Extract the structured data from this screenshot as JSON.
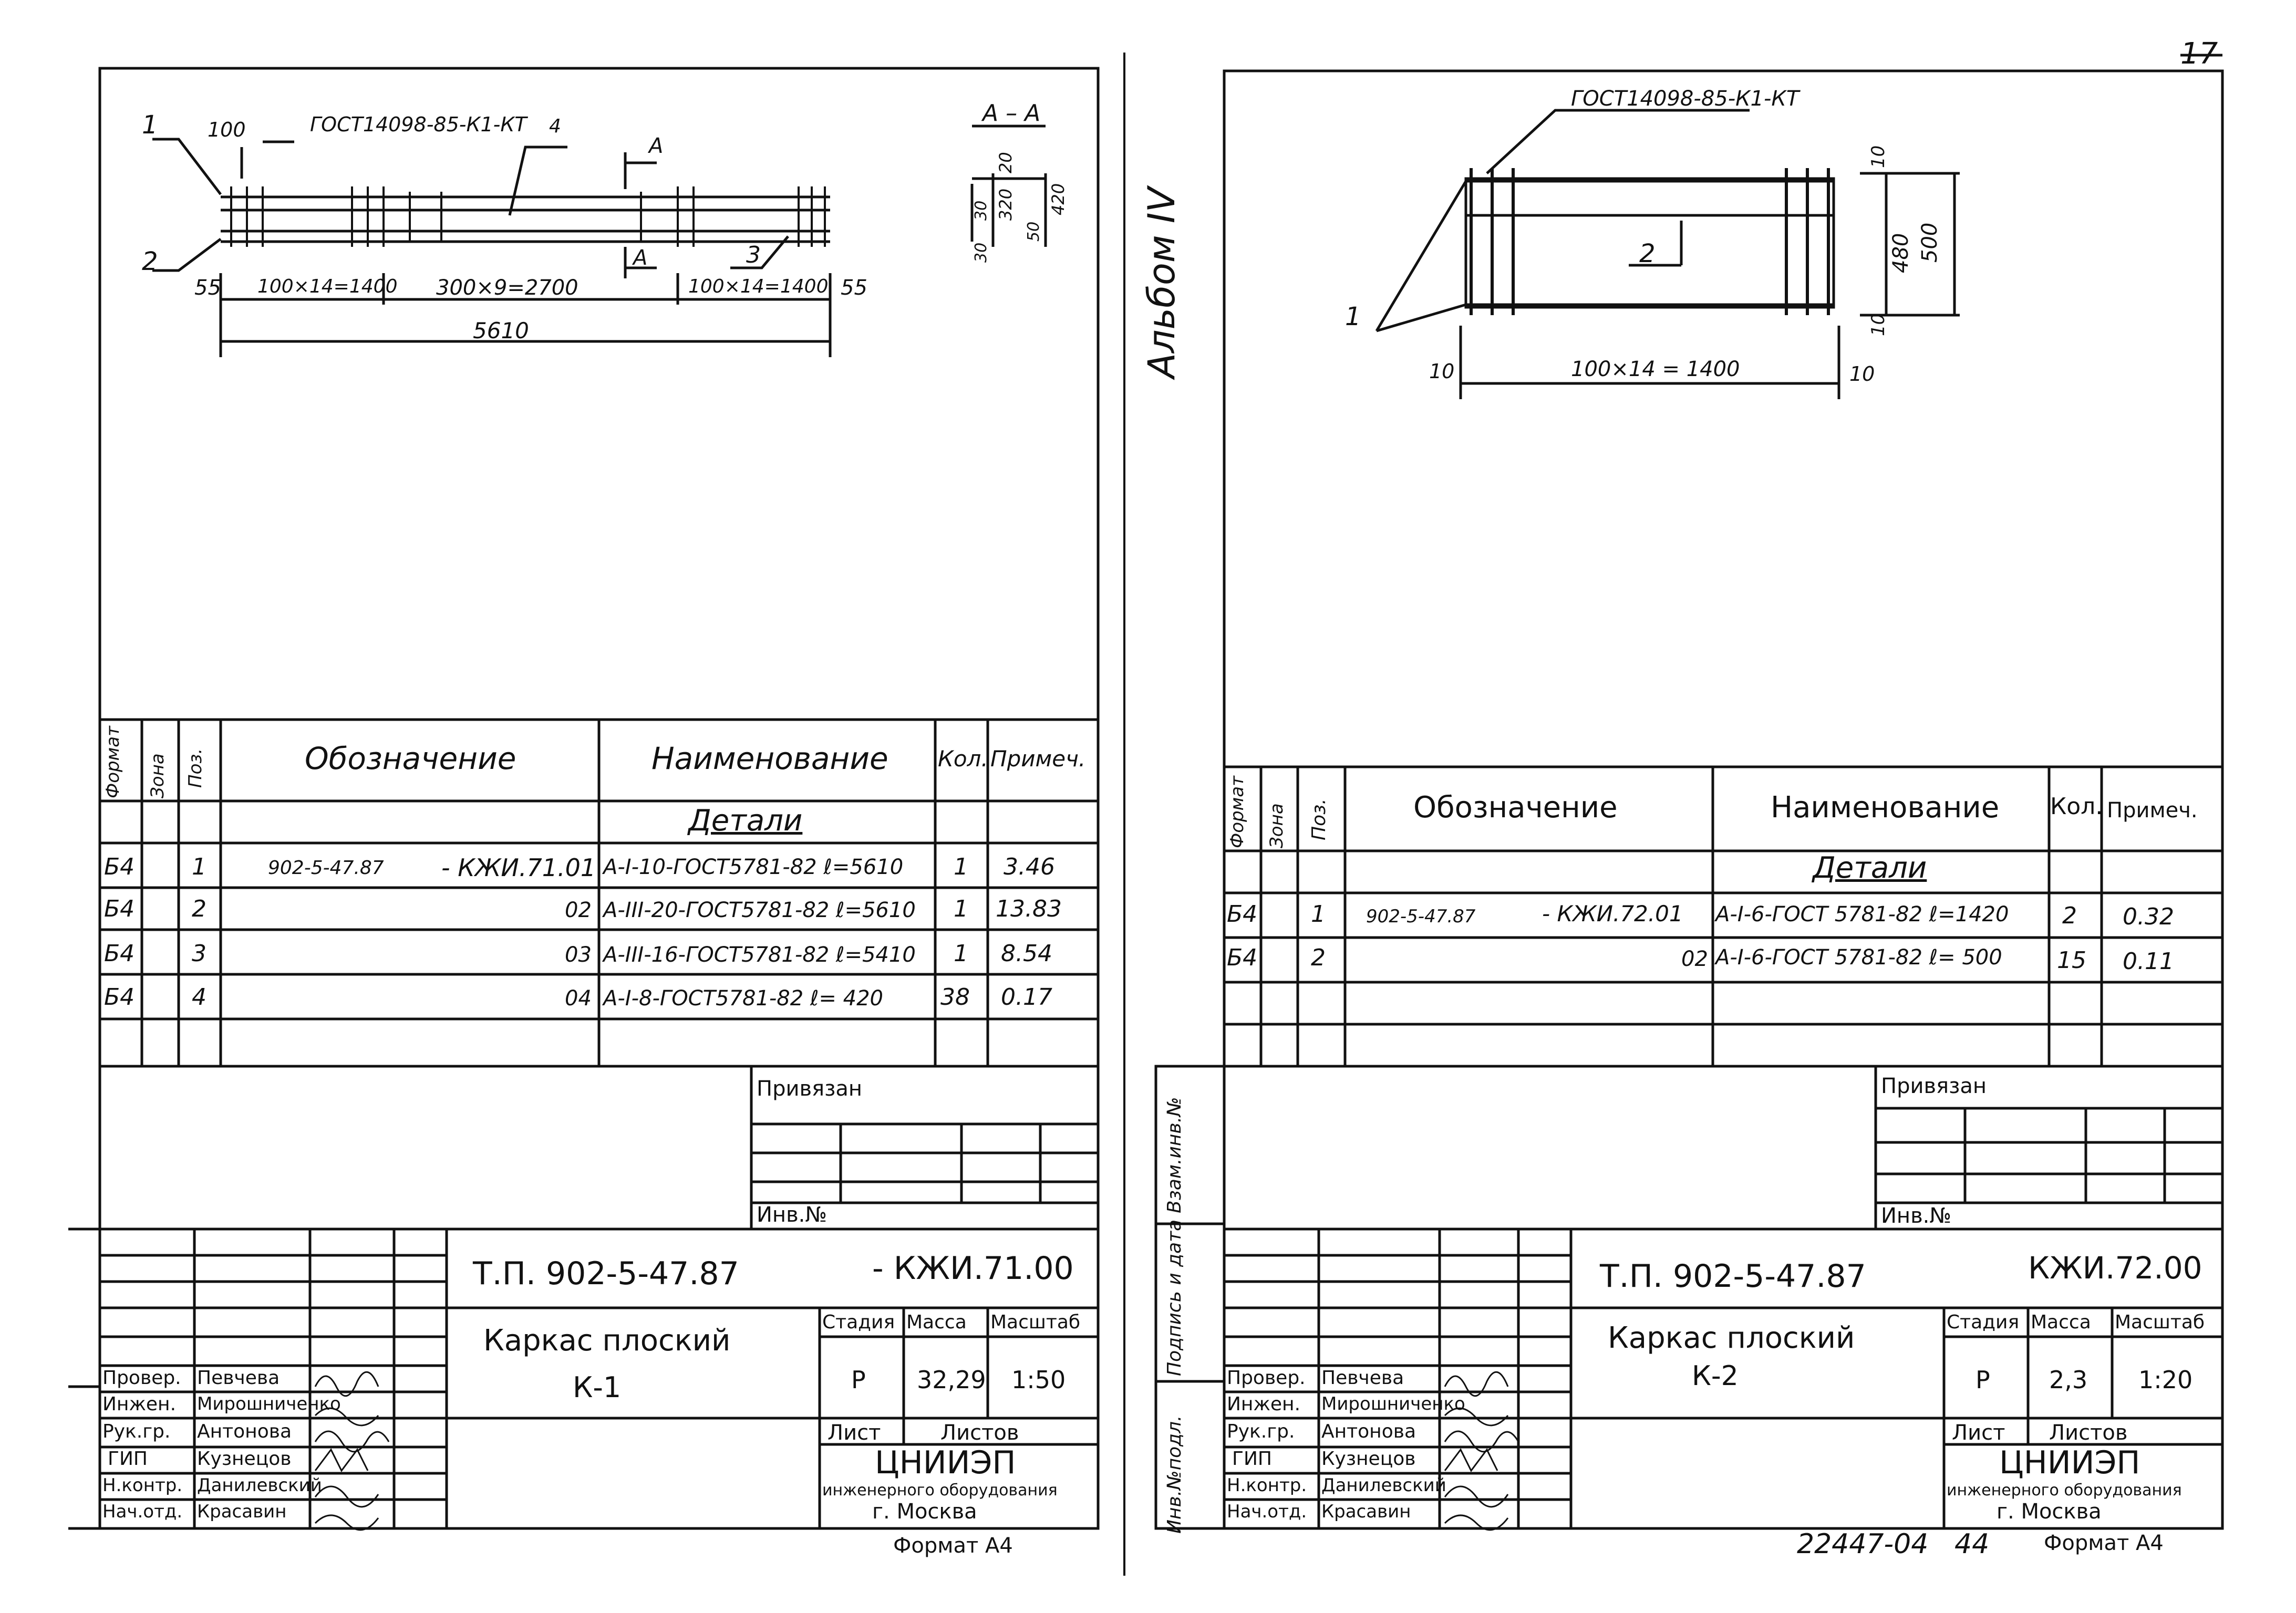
{
  "page_number": "17",
  "archive_number": "22447-04",
  "archive_page": "44",
  "album_label": "Альбом IV",
  "side_stamp_labels": [
    "Инв.№подл.",
    "Подпись и дата",
    "Взам.инв.№"
  ],
  "sheets": [
    {
      "id": "left",
      "drawing": {
        "leader_1": "1",
        "leader_2": "2",
        "leader_3": "3",
        "dim_100_top": "100",
        "gost_label": "ГОСТ14098-85-К1-КТ",
        "gost_pos": "4",
        "section_mark_top": "А",
        "section_mark_bottom": "А",
        "section_title": "А – А",
        "dim_55_left": "55",
        "dim_left_span": "100×14=1400",
        "dim_mid_span": "300×9=2700",
        "dim_right_span": "100×14=1400",
        "dim_55_right": "55",
        "dim_total": "5610",
        "sec_20": "20",
        "sec_320": "320",
        "sec_30": "30",
        "sec_420": "420",
        "sec_50": "50",
        "sec_30b": "30"
      },
      "spec": {
        "headers": [
          "Формат",
          "Зона",
          "Поз.",
          "Обозначение",
          "Наименование",
          "Кол.",
          "Примеч."
        ],
        "section_title": "Детали",
        "rows": [
          {
            "format": "Б4",
            "zone": "",
            "pos": "1",
            "designation_a": "902-5-47.87",
            "designation_b": "- КЖИ.71.01",
            "name": "А-I-10-ГОСТ5781-82 ℓ=5610",
            "qty": "1",
            "note": "3.46"
          },
          {
            "format": "Б4",
            "zone": "",
            "pos": "2",
            "designation_a": "",
            "designation_b": "02",
            "name": "А-III-20-ГОСТ5781-82 ℓ=5610",
            "qty": "1",
            "note": "13.83"
          },
          {
            "format": "Б4",
            "zone": "",
            "pos": "3",
            "designation_a": "",
            "designation_b": "03",
            "name": "А-III-16-ГОСТ5781-82 ℓ=5410",
            "qty": "1",
            "note": "8.54"
          },
          {
            "format": "Б4",
            "zone": "",
            "pos": "4",
            "designation_a": "",
            "designation_b": "04",
            "name": "А-I-8-ГОСТ5781-82 ℓ= 420",
            "qty": "38",
            "note": "0.17"
          }
        ]
      },
      "privyazan": "Привязан",
      "inv_no": "Инв.№",
      "title_block": {
        "project": "Т.П. 902-5-47.87",
        "code": "- КЖИ.71.00",
        "name_line1": "Каркас плоский",
        "name_line2": "К-1",
        "stage_label": "Стадия",
        "mass_label": "Масса",
        "scale_label": "Масштаб",
        "stage": "Р",
        "mass": "32,29",
        "scale": "1:50",
        "sheet_label": "Лист",
        "sheets_label": "Листов",
        "org_name": "ЦНИИЭП",
        "org_line2": "инженерного оборудования",
        "org_line3": "г. Москва",
        "roles": [
          {
            "role": "Провер.",
            "name": "Певчева"
          },
          {
            "role": "Инжен.",
            "name": "Мирошниченко"
          },
          {
            "role": "Рук.гр.",
            "name": "Антонова"
          },
          {
            "role": "ГИП",
            "name": "Кузнецов"
          },
          {
            "role": "Н.контр.",
            "name": "Данилевский"
          },
          {
            "role": "Нач.отд.",
            "name": "Красавин"
          }
        ],
        "format": "Формат А4"
      }
    },
    {
      "id": "right",
      "drawing": {
        "gost_label": "ГОСТ14098-85-К1-КТ",
        "leader_1": "1",
        "leader_2": "2",
        "dim_10_top": "10",
        "dim_480": "480",
        "dim_500": "500",
        "dim_10_bottom": "10",
        "dim_10_left": "10",
        "dim_span": "100×14 = 1400",
        "dim_10_right": "10"
      },
      "spec": {
        "headers": [
          "Формат",
          "Зона",
          "Поз.",
          "Обозначение",
          "Наименование",
          "Кол.",
          "Примеч."
        ],
        "section_title": "Детали",
        "rows": [
          {
            "format": "Б4",
            "zone": "",
            "pos": "1",
            "designation_a": "902-5-47.87",
            "designation_b": "- КЖИ.72.01",
            "name": "А-I-6-ГОСТ 5781-82 ℓ=1420",
            "qty": "2",
            "note": "0.32"
          },
          {
            "format": "Б4",
            "zone": "",
            "pos": "2",
            "designation_a": "",
            "designation_b": "02",
            "name": "А-I-6-ГОСТ 5781-82 ℓ= 500",
            "qty": "15",
            "note": "0.11"
          }
        ]
      },
      "privyazan": "Привязан",
      "inv_no": "Инв.№",
      "title_block": {
        "project": "Т.П. 902-5-47.87",
        "code": "КЖИ.72.00",
        "name_line1": "Каркас плоский",
        "name_line2": "К-2",
        "stage_label": "Стадия",
        "mass_label": "Масса",
        "scale_label": "Масштаб",
        "stage": "Р",
        "mass": "2,3",
        "scale": "1:20",
        "sheet_label": "Лист",
        "sheets_label": "Листов",
        "org_name": "ЦНИИЭП",
        "org_line2": "инженерного оборудования",
        "org_line3": "г. Москва",
        "roles": [
          {
            "role": "Провер.",
            "name": "Певчева"
          },
          {
            "role": "Инжен.",
            "name": "Мирошниченко"
          },
          {
            "role": "Рук.гр.",
            "name": "Антонова"
          },
          {
            "role": "ГИП",
            "name": "Кузнецов"
          },
          {
            "role": "Н.контр.",
            "name": "Данилевский"
          },
          {
            "role": "Нач.отд.",
            "name": "Красавин"
          }
        ],
        "format": "Формат А4"
      }
    }
  ]
}
